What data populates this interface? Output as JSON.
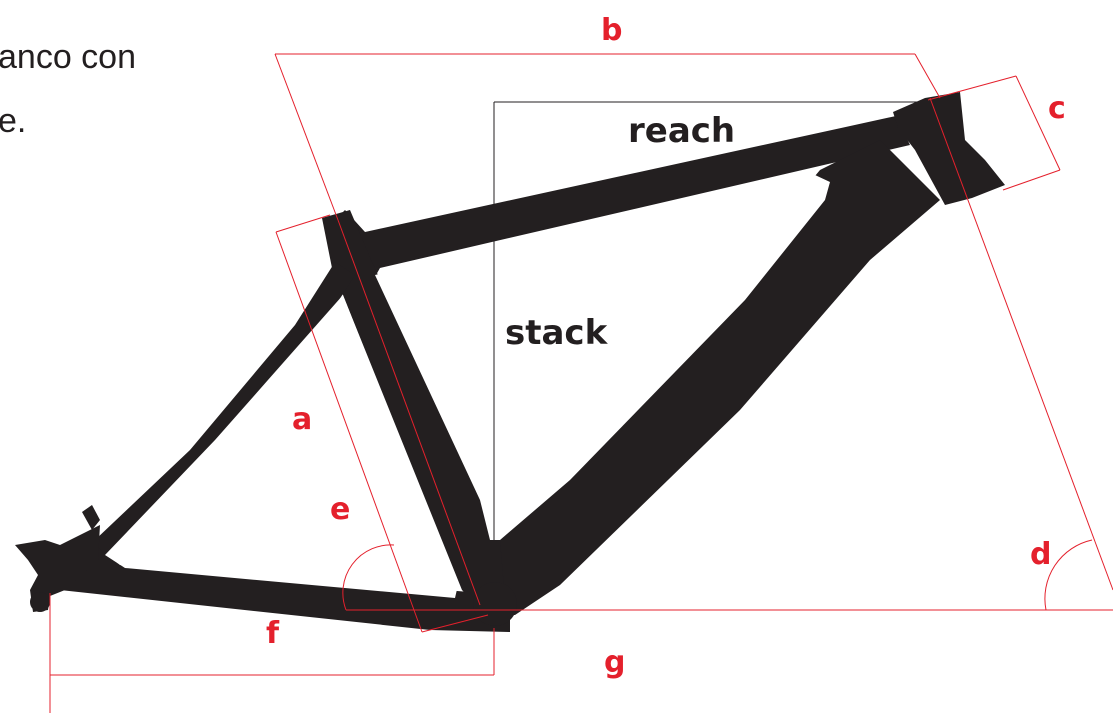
{
  "intro": {
    "line1": "anco con",
    "line2": "e."
  },
  "labels": {
    "a": "a",
    "b": "b",
    "c": "c",
    "d": "d",
    "e": "e",
    "f": "f",
    "g": "g",
    "reach": "reach",
    "stack": "stack"
  },
  "colors": {
    "frame": "#231f20",
    "measure_lines": "#e4202c",
    "reference_lines": "#231f20"
  }
}
